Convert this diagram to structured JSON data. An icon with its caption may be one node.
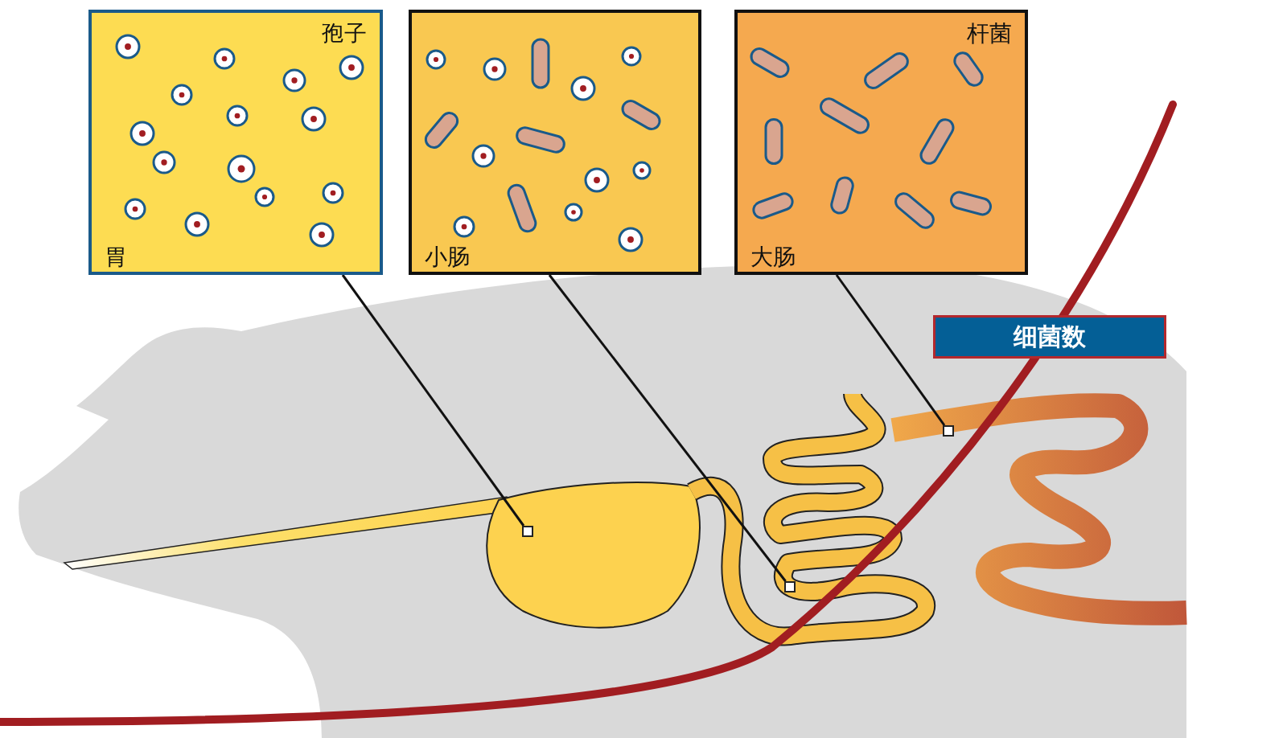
{
  "diagram": {
    "nodes": [
      {
        "text": [
          "孢子",
          "胃"
        ]
      },
      {
        "text": [
          "小肠"
        ]
      },
      {
        "text": [
          "杆菌",
          "大肠"
        ]
      },
      {
        "text": [],
        "shape": "box"
      },
      {
        "text": [],
        "shape": "box"
      },
      {
        "text": [],
        "shape": "box"
      },
      {
        "text": [
          "细菌数"
        ]
      }
    ],
    "edges": [
      {
        "from": 0,
        "to": 3,
        "arrow": "none"
      },
      {
        "from": 1,
        "to": 4,
        "arrow": "none"
      },
      {
        "from": 2,
        "to": 5,
        "arrow": "none"
      }
    ]
  }
}
